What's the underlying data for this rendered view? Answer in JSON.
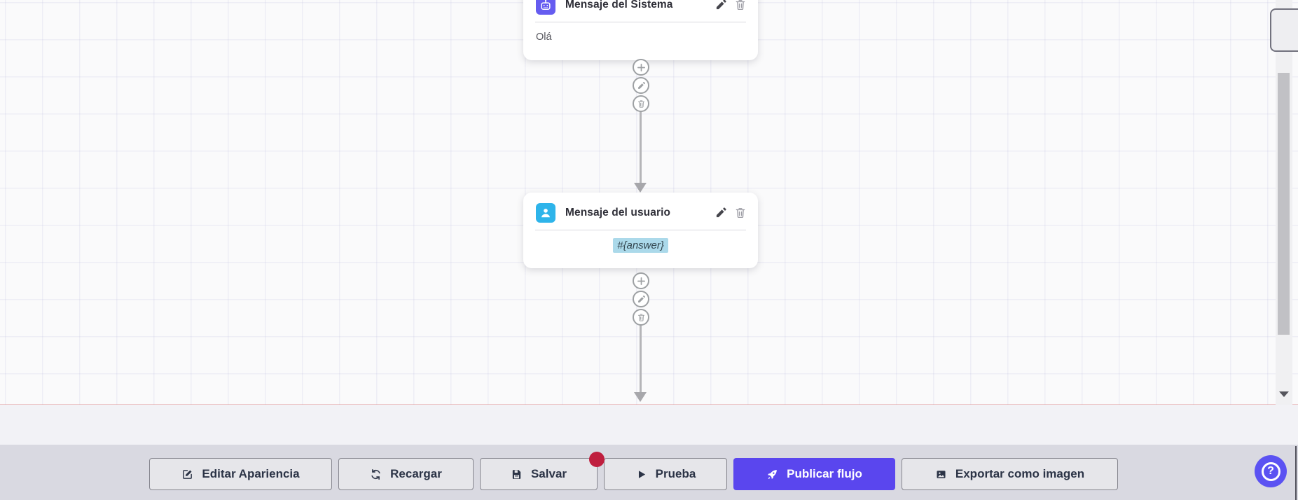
{
  "canvas": {
    "background_color": "#fafafb",
    "grid_color": "#e9e9f3",
    "nodes": [
      {
        "title": "Mensaje del Sistema",
        "body": "Olá",
        "icon": "robot-icon",
        "icon_color": "#655cf0"
      },
      {
        "title": "Mensaje del usuario",
        "body": "#{answer}",
        "icon": "user-icon",
        "icon_color": "#2eb4ea",
        "body_highlight_color": "#abd9ea"
      }
    ],
    "connector_buttons": [
      "add",
      "edit",
      "delete"
    ]
  },
  "toolbar": {
    "buttons": [
      {
        "label": "Editar Apariencia",
        "icon": "edit-appearance-icon"
      },
      {
        "label": "Recargar",
        "icon": "refresh-icon"
      },
      {
        "label": "Salvar",
        "icon": "save-icon",
        "unsaved_badge": true
      },
      {
        "label": "Prueba",
        "icon": "play-icon"
      },
      {
        "label": "Publicar flujo",
        "icon": "rocket-icon",
        "primary": true
      },
      {
        "label": "Exportar como imagen",
        "icon": "image-icon"
      }
    ],
    "primary_color": "#5a46ee",
    "badge_color": "#bf1e3e"
  },
  "help": {
    "label": "?",
    "color": "#5b52f2"
  }
}
